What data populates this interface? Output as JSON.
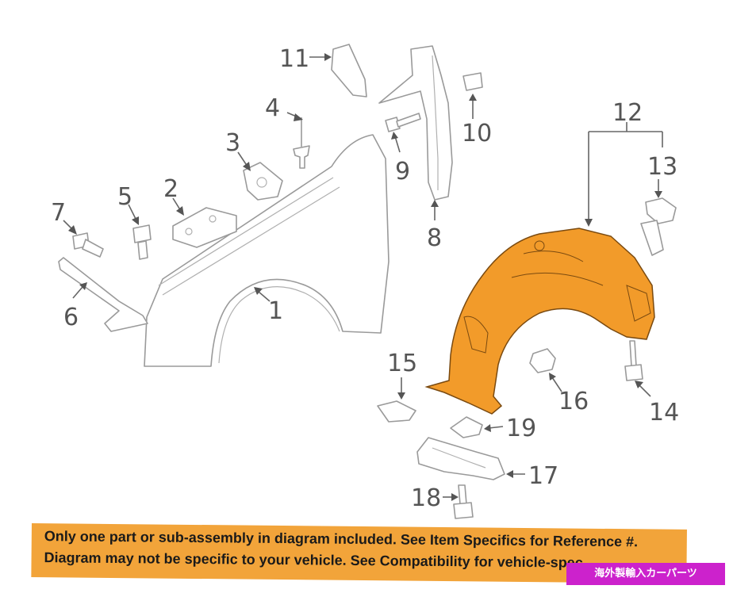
{
  "callouts": {
    "c1": "1",
    "c2": "2",
    "c3": "3",
    "c4": "4",
    "c5": "5",
    "c6": "6",
    "c7": "7",
    "c8": "8",
    "c9": "9",
    "c10": "10",
    "c11": "11",
    "c12": "12",
    "c13": "13",
    "c14": "14",
    "c15": "15",
    "c16": "16",
    "c17": "17",
    "c18": "18",
    "c19": "19"
  },
  "colors": {
    "highlight_part": "#f29b2a",
    "banner": "#f2a43a",
    "stamp": "#cc22cc"
  },
  "banner": {
    "line1": "Only one part or sub-assembly in diagram included. See Item Specifics for Reference #.",
    "line2": "Diagram may not be specific to your vehicle. See Compatibility for vehicle-spec"
  },
  "stamp": {
    "text": "海外製輸入カーパーツ"
  }
}
